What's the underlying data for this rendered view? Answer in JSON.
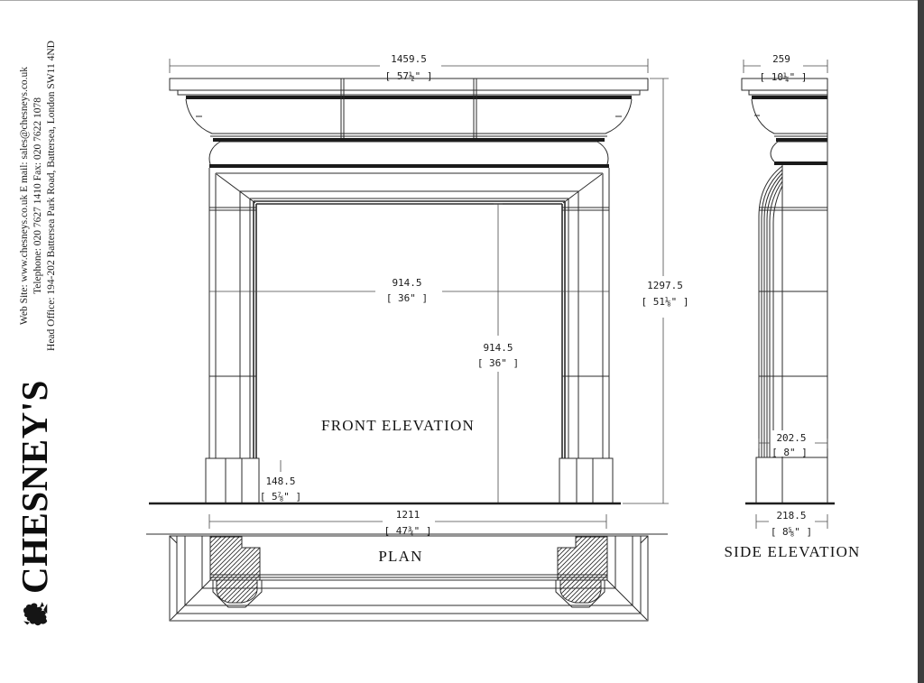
{
  "page": {
    "background": "#ffffff",
    "top_border_color": "#a9a9a9",
    "right_edge_bar_color": "#3d3d3d",
    "line_color": "#2b2b2b"
  },
  "letterhead": {
    "web_line": "Web Site: www.chesneys.co.uk   E mail: sales@chesneys.co.uk",
    "telephone_line": "Telephone: 020 7627 1410 Fax: 020 7622 1078",
    "head_office_line": "Head Office: 194-202 Battersea Park Road, Battersea, London SW11 4ND",
    "logo_text": "CHESNEY'S",
    "crest_icon": "heraldic-lion-crest"
  },
  "front": {
    "label": "FRONT ELEVATION",
    "overall_width_mm": "1459.5",
    "overall_width_in": "[ 57½\" ]",
    "overall_height_mm": "1297.5",
    "overall_height_in": "[ 51⅛\" ]",
    "opening_width_mm": "914.5",
    "opening_width_in": "[ 36\" ]",
    "opening_height_mm": "914.5",
    "opening_height_in": "[ 36\" ]",
    "plinth_height_mm": "148.5",
    "plinth_height_in": "[ 5⅞\" ]",
    "base_width_mm": "1211",
    "base_width_in": "[ 47¾\" ]"
  },
  "plan": {
    "label": "PLAN"
  },
  "side": {
    "label": "SIDE ELEVATION",
    "shelf_depth_mm": "259",
    "shelf_depth_in": "[ 10¼\" ]",
    "jamb_depth_mm": "202.5",
    "jamb_depth_in": "[ 8\" ]",
    "plinth_depth_mm": "218.5",
    "plinth_depth_in": "[ 8⅝\" ]"
  }
}
